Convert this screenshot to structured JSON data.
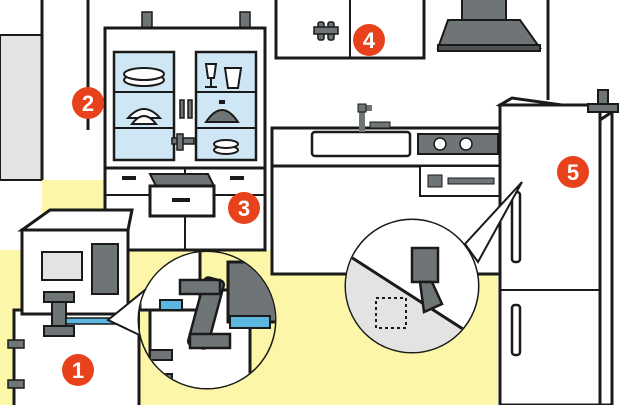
{
  "badges": [
    {
      "id": 1,
      "label": "1",
      "target": "microwave-and-counter-cabinet"
    },
    {
      "id": 2,
      "label": "2",
      "target": "glass-cupboard"
    },
    {
      "id": 3,
      "label": "3",
      "target": "cupboard-drawer"
    },
    {
      "id": 4,
      "label": "4",
      "target": "wall-cabinet"
    },
    {
      "id": 5,
      "label": "5",
      "target": "refrigerator"
    }
  ],
  "colors": {
    "badge": "#e8421d",
    "floor": "#fcf7a8",
    "wall_panel": "#e3e3e3",
    "metal": "#6f7477",
    "glass": "#cfe6f4",
    "outline": "#1a1a1a",
    "white": "#ffffff",
    "latch_tape": "#5bb7e0"
  }
}
